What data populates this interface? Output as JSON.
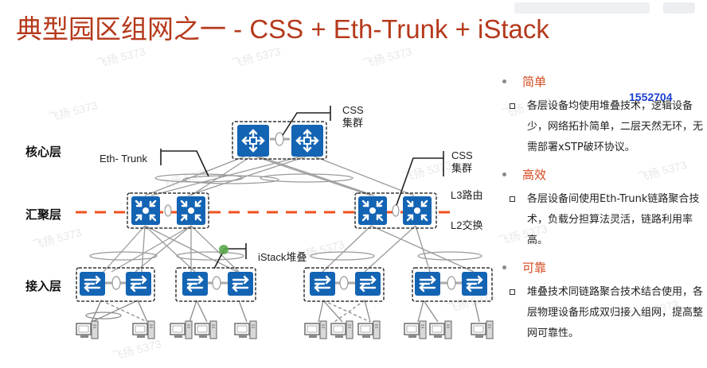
{
  "title": "典型园区组网之一 - CSS + Eth-Trunk + iStack",
  "overlay_number": "1552704",
  "watermark": "飞扬 5373",
  "layers": {
    "core": "核心层",
    "aggregation": "汇聚层",
    "access": "接入层"
  },
  "diagram_labels": {
    "eth_trunk": "Eth- Trunk",
    "css_cluster_line1": "CSS",
    "css_cluster_line2": "集群",
    "css_cluster2_line1": "CSS",
    "css_cluster2_line2": "集群",
    "l3_routing": "L3路由",
    "l2_switching": "L2交换",
    "istack": "iStack堆叠"
  },
  "colors": {
    "title": "#b5391b",
    "accent_heading": "#d24a1e",
    "device_blue": "#1464b4",
    "boundary_dash": "#f0501e",
    "istack_marker": "#5aa84a"
  },
  "bullets": [
    {
      "heading": "简单",
      "text": "各层设备均使用堆叠技术，逻辑设备少，网络拓扑简单，二层天然无环，无需部署xSTP破环协议。"
    },
    {
      "heading": "高效",
      "text": "各层设备间使用Eth-Trunk链路聚合技术，负载分担算法灵活，链路利用率高。"
    },
    {
      "heading": "可靠",
      "text": "堆叠技术同链路聚合技术结合使用，各层物理设备形成双归接入组网，提高整网可靠性。"
    }
  ]
}
